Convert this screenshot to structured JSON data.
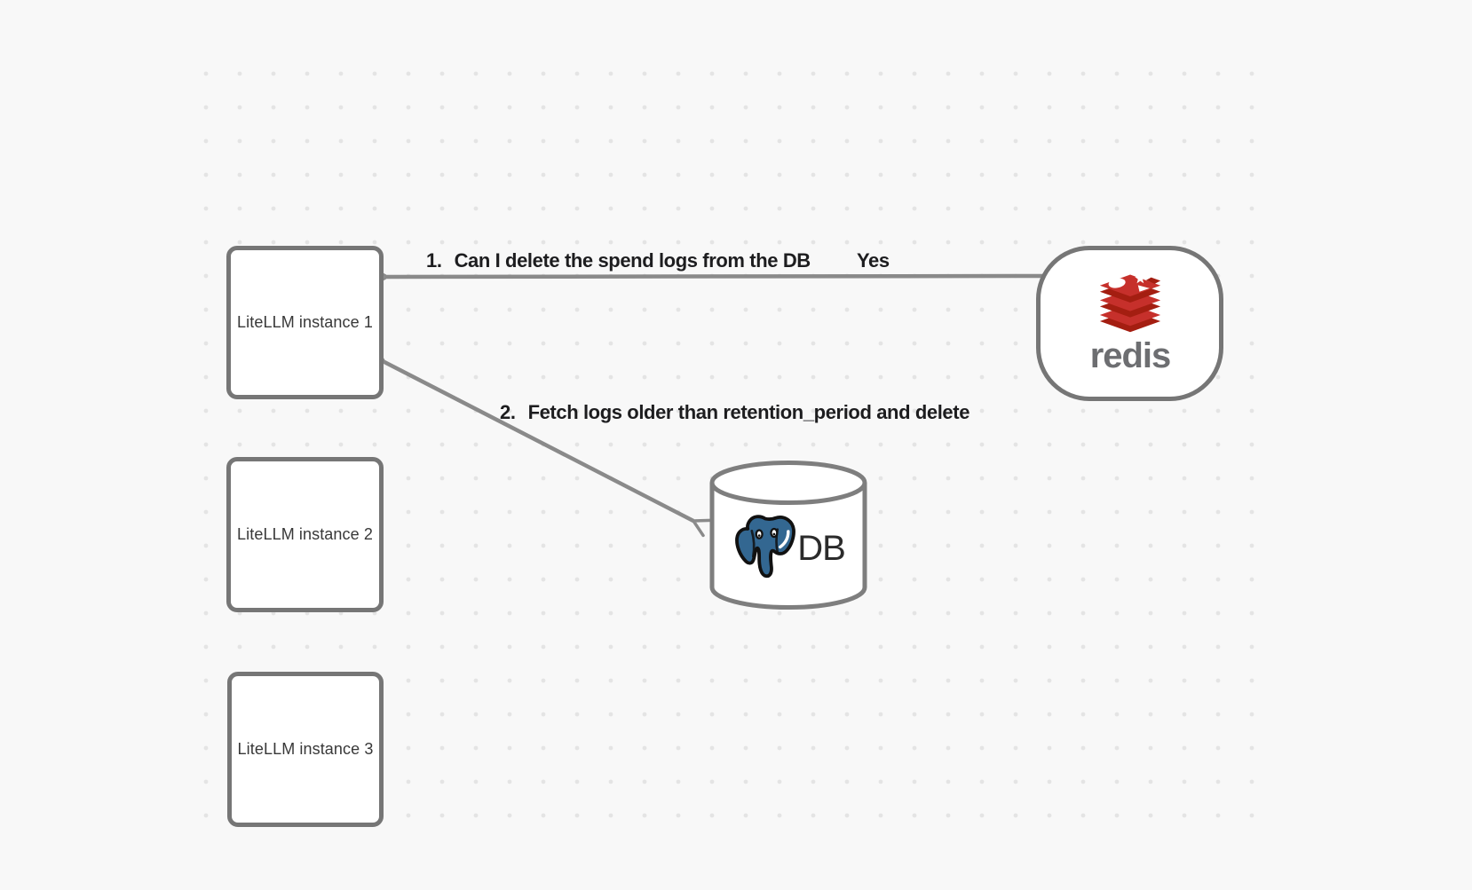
{
  "diagram": {
    "background": {
      "color": "#f8f8f8",
      "dot_color": "#e4e4e4"
    },
    "instances": [
      {
        "label": "LiteLLM instance 1"
      },
      {
        "label": "LiteLLM instance 2"
      },
      {
        "label": "LiteLLM instance 3"
      }
    ],
    "redis_node": {
      "wordmark": "redis"
    },
    "db_node": {
      "label": "DB"
    },
    "edges": {
      "redis_query": {
        "number": "1.",
        "text": "Can I delete the spend logs from the DB",
        "reply": "Yes"
      },
      "db_fetch": {
        "number": "2.",
        "text": "Fetch logs older than retention_period and delete"
      }
    },
    "colors": {
      "node_border": "#767676",
      "arrow": "#8a8a8a",
      "label_text": "#1d1d1f",
      "redis_red": "#C6302B",
      "redis_dark_red": "#A41E11",
      "redis_wordmark": "#6d6e71",
      "postgres_blue": "#336791",
      "node_fill": "#ffffff"
    }
  }
}
